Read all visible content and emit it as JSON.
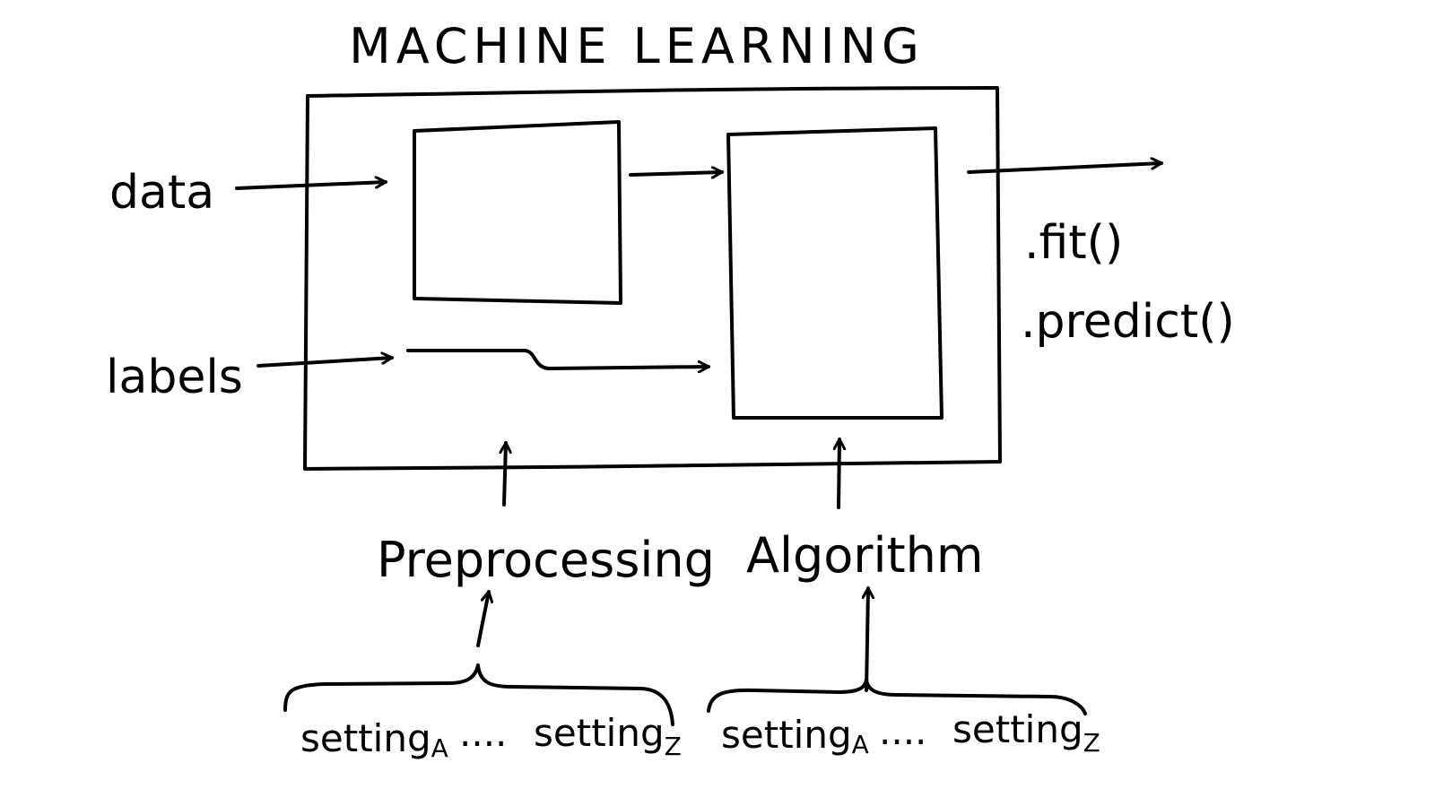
{
  "title": "MACHINE LEARNING",
  "inputs": {
    "data": "data",
    "labels": "labels"
  },
  "methods": {
    "fit": ".fit()",
    "predict": ".predict()"
  },
  "components": {
    "preprocessing": "Preprocessing",
    "algorithm": "Algorithm"
  },
  "preprocessing_settings": {
    "first": "setting",
    "first_sub": "A",
    "ellipsis": "....",
    "last": "setting",
    "last_sub": "Z"
  },
  "algorithm_settings": {
    "first": "setting",
    "first_sub": "A",
    "ellipsis": "....",
    "last": "setting",
    "last_sub": "Z"
  },
  "colors": {
    "ink": "#000000",
    "paper": "#ffffff"
  }
}
